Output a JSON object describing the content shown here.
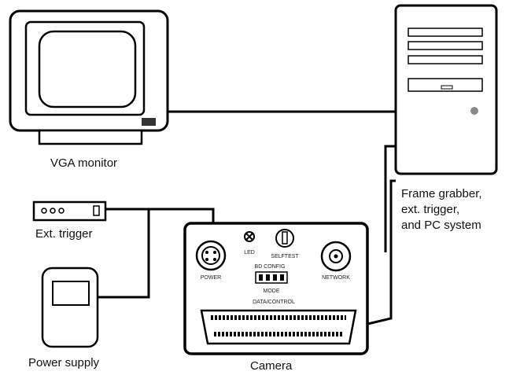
{
  "labels": {
    "monitor": "VGA monitor",
    "pc_line1": "Frame grabber,",
    "pc_line2": "ext. trigger,",
    "pc_line3": "and PC system",
    "trigger": "Ext. trigger",
    "power": "Power supply",
    "camera": "Camera"
  },
  "camera_panel": {
    "power_label": "POWER",
    "led_label": "LED",
    "selftest_label": "SELFTEST",
    "dip_label": "BD CONFIG",
    "mode_label": "MODE",
    "network_label": "NETWORK",
    "data_label": "DATA/CONTROL"
  },
  "colors": {
    "stroke": "#000000",
    "background": "#ffffff",
    "pc_button": "#888888"
  }
}
